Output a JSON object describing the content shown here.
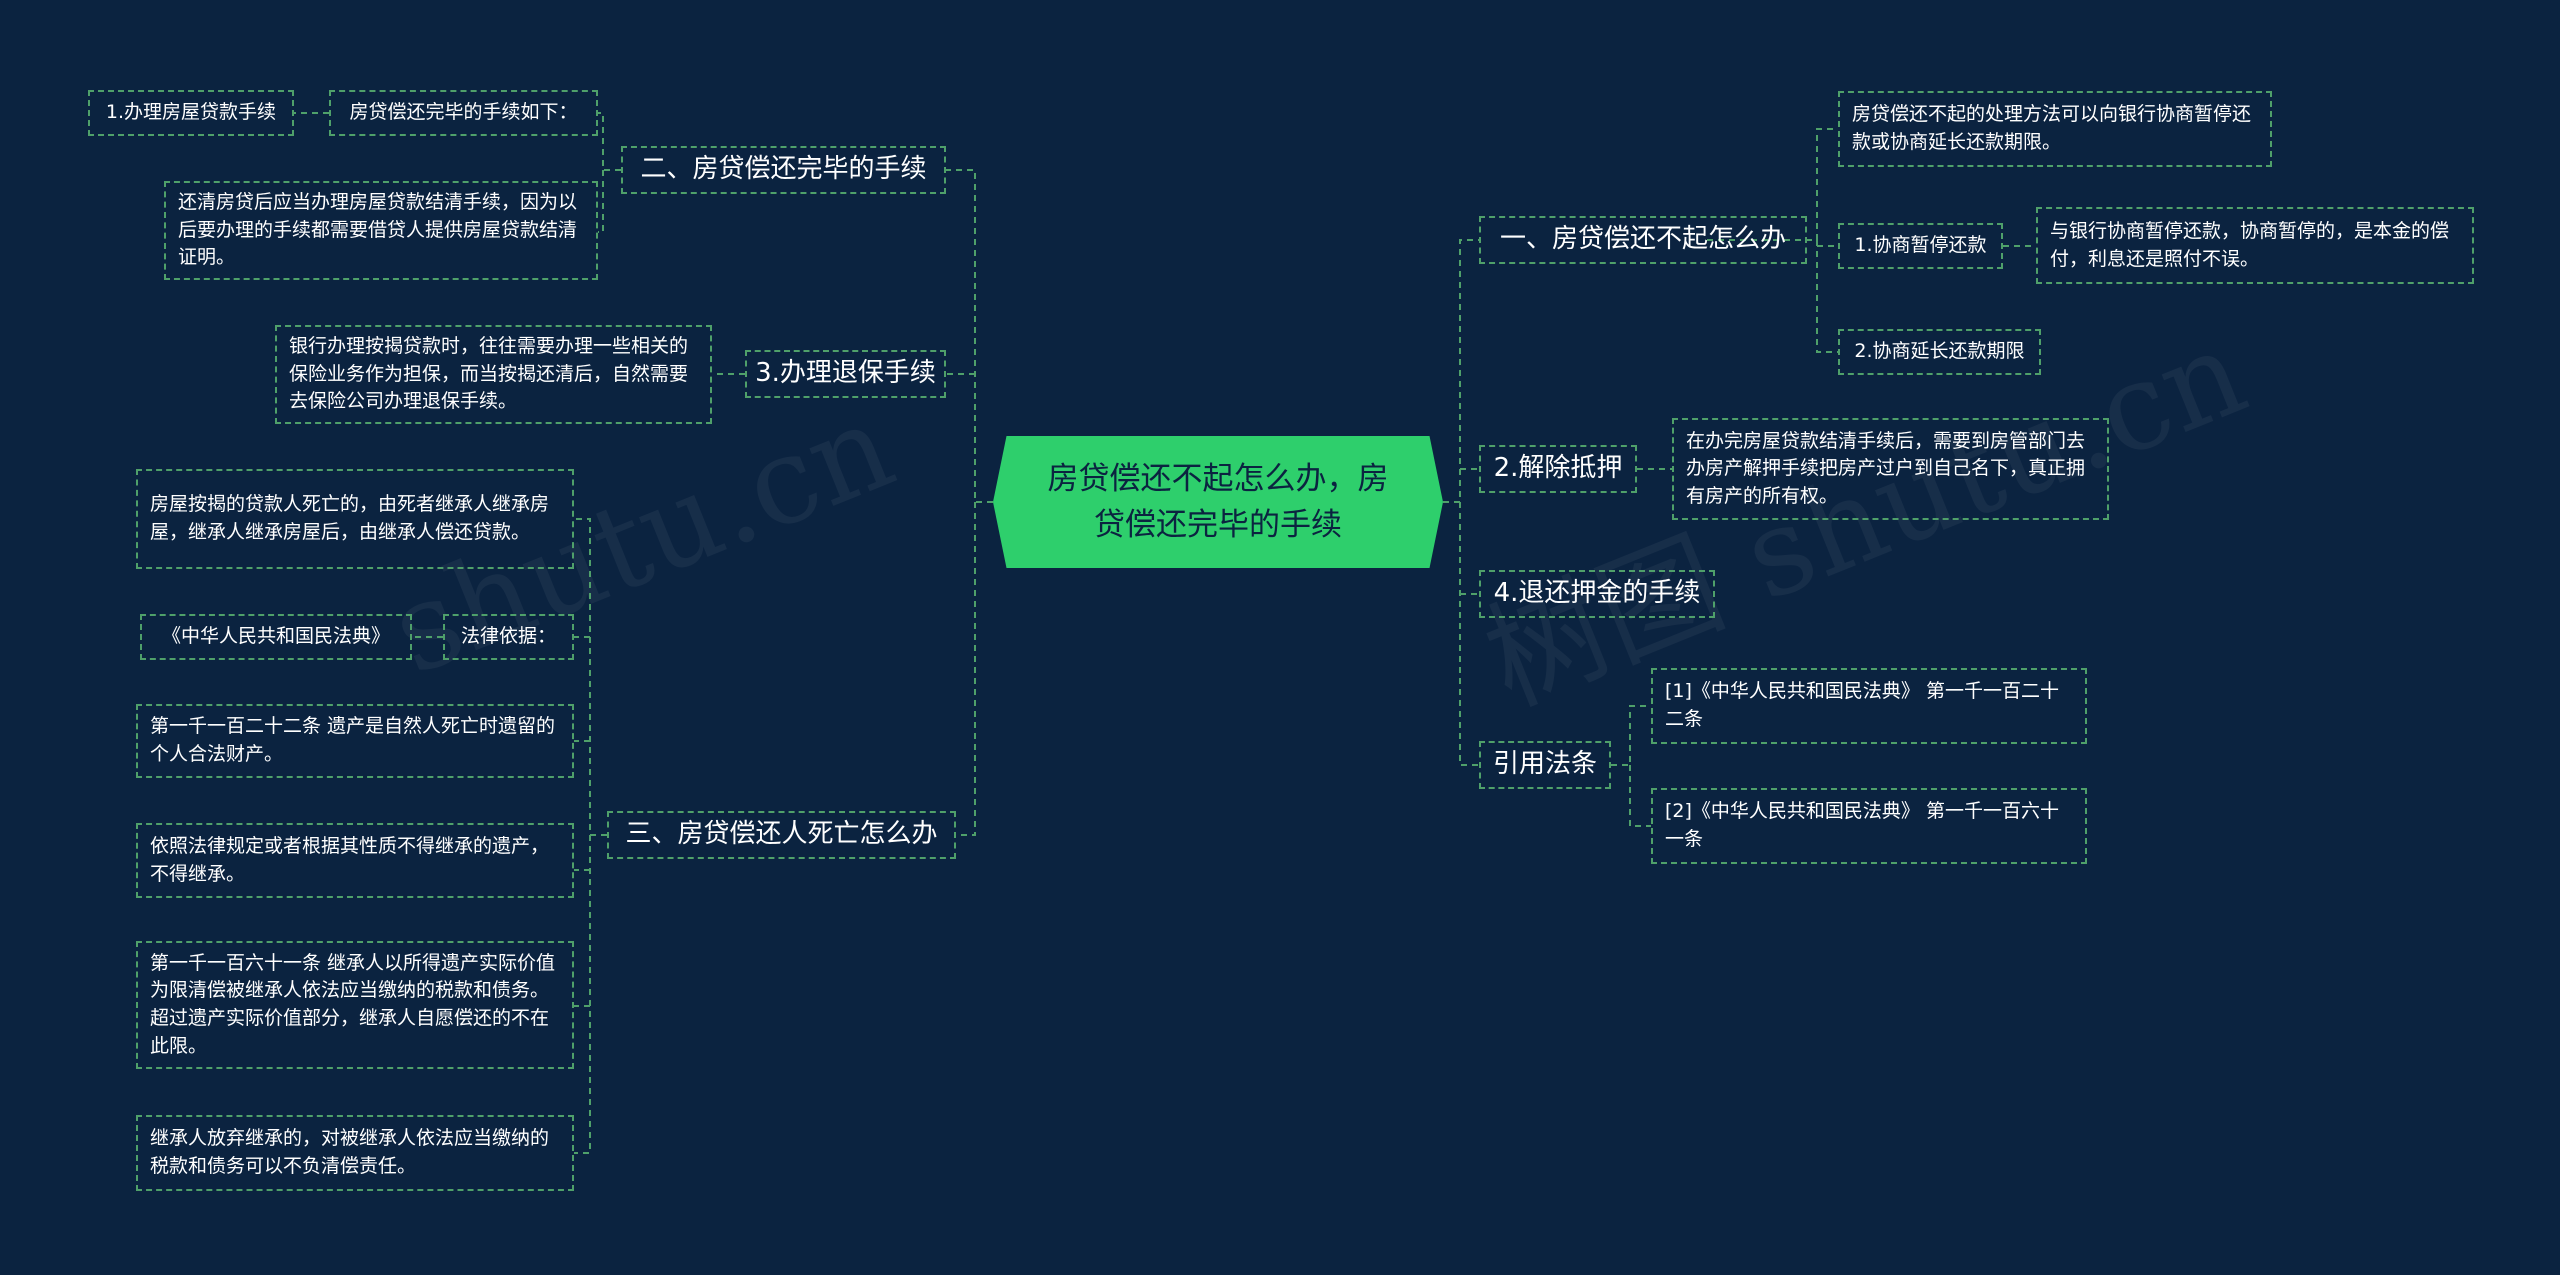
{
  "root": "房贷偿还不起怎么办，房贷偿还完毕的手续",
  "watermarks": [
    "shutu.cn",
    "树图 shutu.cn"
  ],
  "left": {
    "b2": {
      "title": "二、房贷偿还完毕的手续",
      "sub": "房贷偿还完毕的手续如下：",
      "subleaf": "1.办理房屋贷款手续",
      "leaf": "还清房贷后应当办理房屋贷款结清手续，因为以后要办理的手续都需要借贷人提供房屋贷款结清证明。"
    },
    "b3": {
      "title": "3.办理退保手续",
      "leaf": "银行办理按揭贷款时，往往需要办理一些相关的保险业务作为担保，而当按揭还清后，自然需要去保险公司办理退保手续。"
    },
    "b4": {
      "title": "三、房贷偿还人死亡怎么办",
      "leaf1": "房屋按揭的贷款人死亡的，由死者继承人继承房屋，继承人继承房屋后，由继承人偿还贷款。",
      "legal_basis": "法律依据：",
      "civil_code": "《中华人民共和国民法典》",
      "leaf3": "第一千一百二十二条 遗产是自然人死亡时遗留的个人合法财产。",
      "leaf4": "依照法律规定或者根据其性质不得继承的遗产，不得继承。",
      "leaf5": "第一千一百六十一条 继承人以所得遗产实际价值为限清偿被继承人依法应当缴纳的税款和债务。超过遗产实际价值部分，继承人自愿偿还的不在此限。",
      "leaf6": "继承人放弃继承的，对被继承人依法应当缴纳的税款和债务可以不负清偿责任。"
    }
  },
  "right": {
    "b1": {
      "title": "一、房贷偿还不起怎么办",
      "leaf_top": "房贷偿还不起的处理方法可以向银行协商暂停还款或协商延长还款期限。",
      "sub1": "1.协商暂停还款",
      "sub1_leaf": "与银行协商暂停还款，协商暂停的，是本金的偿付，利息还是照付不误。",
      "sub2": "2.协商延长还款期限"
    },
    "b2": {
      "title": "2.解除抵押",
      "leaf": "在办完房屋贷款结清手续后，需要到房管部门去办房产解押手续把房产过户到自己名下，真正拥有房产的所有权。"
    },
    "b3": {
      "title": "4.退还押金的手续"
    },
    "b4": {
      "title": "引用法条",
      "ref1": "[1]《中华人民共和国民法典》 第一千一百二十二条",
      "ref2": "[2]《中华人民共和国民法典》 第一千一百六十一条"
    }
  },
  "colors": {
    "background": "#0b2340",
    "line": "#4fa06a",
    "root_fill": "#2ecf6c",
    "text": "#ffffff"
  }
}
